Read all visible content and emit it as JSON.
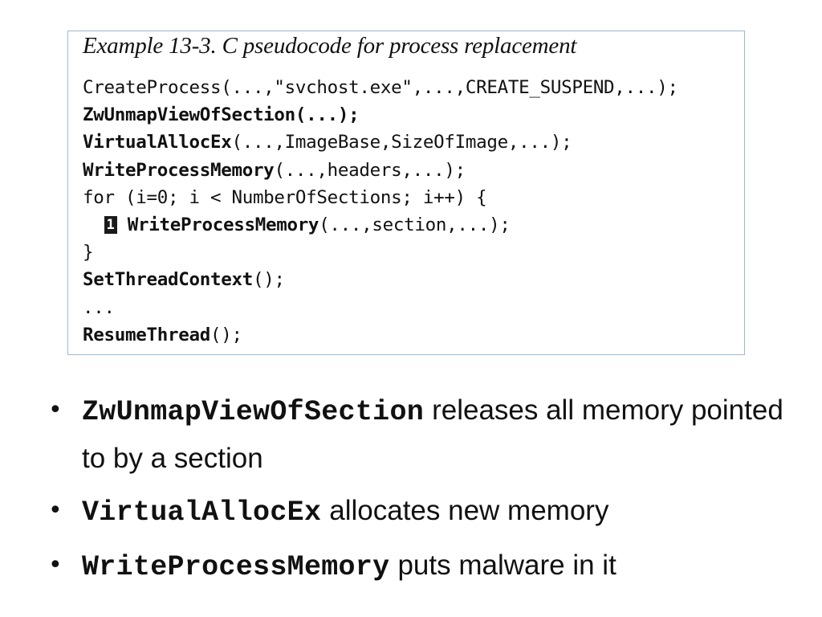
{
  "example": {
    "caption": "Example 13-3. C pseudocode for process replacement",
    "lines": [
      [
        {
          "t": "CreateProcess(...,\"svchost.exe\",...,CREATE_SUSPEND,...);",
          "b": false
        }
      ],
      [
        {
          "t": "ZwUnmapViewOfSection(...);",
          "b": true
        }
      ],
      [
        {
          "t": "VirtualAllocEx",
          "b": true
        },
        {
          "t": "(...,ImageBase,SizeOfImage,...);",
          "b": false
        }
      ],
      [
        {
          "t": "WriteProcessMemory",
          "b": true
        },
        {
          "t": "(...,headers,...);",
          "b": false
        }
      ],
      [
        {
          "t": "for (i=0; i < NumberOfSections; i++) {",
          "b": false
        }
      ],
      [
        {
          "t": "  ",
          "b": false
        },
        {
          "t": "1",
          "callout": true
        },
        {
          "t": " ",
          "b": false
        },
        {
          "t": "WriteProcessMemory",
          "b": true
        },
        {
          "t": "(...,section,...);",
          "b": false
        }
      ],
      [
        {
          "t": "}",
          "b": false
        }
      ],
      [
        {
          "t": "SetThreadContext",
          "b": true
        },
        {
          "t": "();",
          "b": false
        }
      ],
      [
        {
          "t": "...",
          "b": false
        }
      ],
      [
        {
          "t": "ResumeThread",
          "b": true
        },
        {
          "t": "();",
          "b": false
        }
      ]
    ]
  },
  "bullets": [
    {
      "api": "ZwUnmapViewOfSection",
      "text": "releases all memory pointed to by a section"
    },
    {
      "api": "VirtualAllocEx",
      "text": "allocates new memory"
    },
    {
      "api": "WriteProcessMemory",
      "text": "puts malware in it"
    }
  ],
  "bullet_glyph": "•"
}
